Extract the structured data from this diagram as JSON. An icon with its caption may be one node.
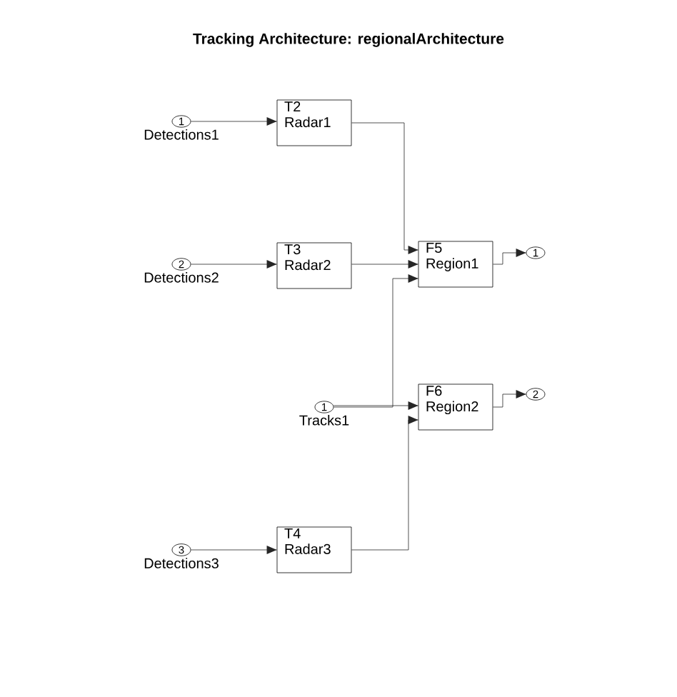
{
  "diagram": {
    "title": "Tracking Architecture: regionalArchitecture",
    "nodes": [
      {
        "text": [
          "1"
        ],
        "beside": [
          "Detections1"
        ]
      },
      {
        "text": [
          "T2",
          "Radar1"
        ]
      },
      {
        "text": [
          "2"
        ],
        "beside": [
          "Detections2"
        ]
      },
      {
        "text": [
          "T3",
          "Radar2"
        ]
      },
      {
        "text": [
          "F5",
          "Region1"
        ]
      },
      {
        "text": [
          "1"
        ]
      },
      {
        "text": [
          "1"
        ],
        "beside": [
          "Tracks1"
        ]
      },
      {
        "text": [
          "F6",
          "Region2"
        ]
      },
      {
        "text": [
          "2"
        ]
      },
      {
        "text": [
          "3"
        ],
        "beside": [
          "Detections3"
        ]
      },
      {
        "text": [
          "T4",
          "Radar3"
        ]
      }
    ],
    "edges": [
      {
        "from": 0,
        "to": 1,
        "arrow": "to"
      },
      {
        "from": 2,
        "to": 3,
        "arrow": "to"
      },
      {
        "from": 9,
        "to": 10,
        "arrow": "to"
      },
      {
        "from": 1,
        "to": 4,
        "arrow": "to"
      },
      {
        "from": 3,
        "to": 4,
        "arrow": "to"
      },
      {
        "from": 6,
        "to": 4,
        "arrow": "to"
      },
      {
        "from": 6,
        "to": 7,
        "arrow": "to"
      },
      {
        "from": 10,
        "to": 7,
        "arrow": "to"
      },
      {
        "from": 4,
        "to": 5,
        "arrow": "to"
      },
      {
        "from": 7,
        "to": 8,
        "arrow": "to"
      }
    ]
  }
}
